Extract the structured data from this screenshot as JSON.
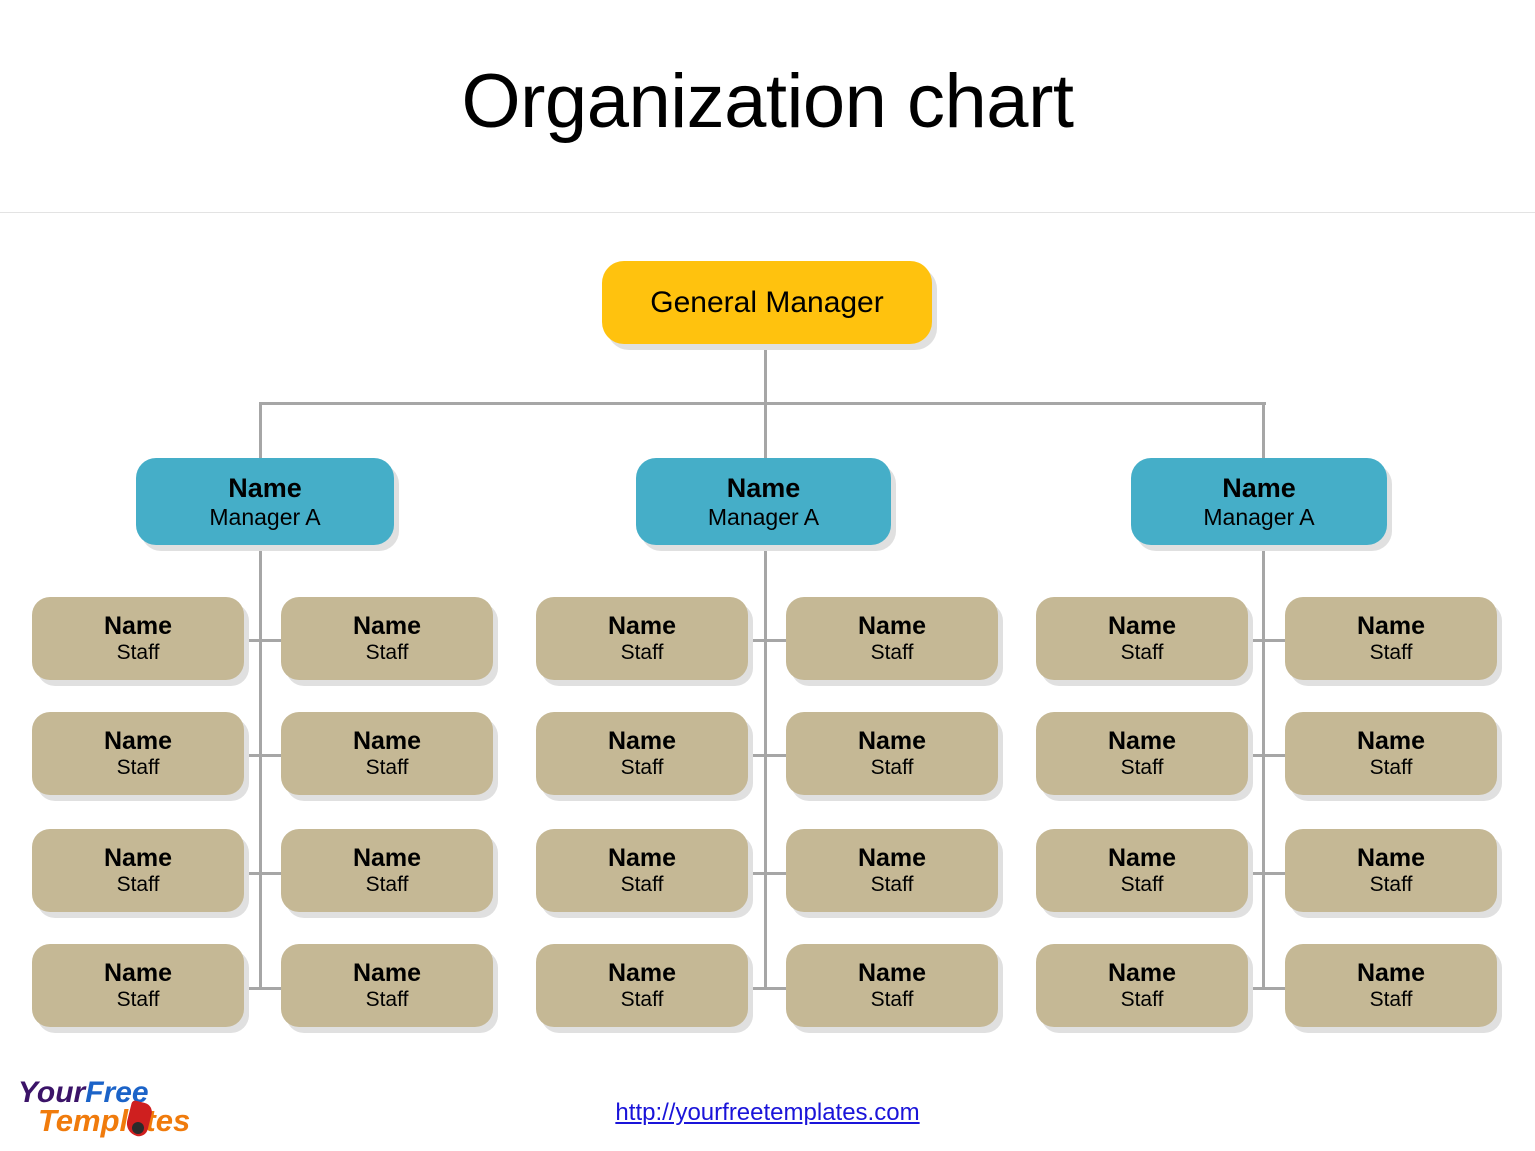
{
  "slide": {
    "title": "Organization chart",
    "background_color": "#FFFFFF"
  },
  "colors": {
    "general_manager": "#FFC20E",
    "manager": "#45AEC8",
    "staff": "#C5B895",
    "connector": "#A6A6A6",
    "shadow": "#E0E0E0",
    "link": "#1A14D9"
  },
  "chart_data": {
    "type": "diagram",
    "diagram_kind": "organization-chart",
    "title": "Organization chart",
    "levels": 3,
    "root": {
      "label": "General Manager",
      "level": 0,
      "color": "#FFC20E"
    },
    "branches": [
      {
        "manager": {
          "name": "Name",
          "role": "Manager A",
          "color": "#45AEC8"
        },
        "staff_rows": [
          {
            "left": {
              "name": "Name",
              "role": "Staff"
            },
            "right": {
              "name": "Name",
              "role": "Staff"
            }
          },
          {
            "left": {
              "name": "Name",
              "role": "Staff"
            },
            "right": {
              "name": "Name",
              "role": "Staff"
            }
          },
          {
            "left": {
              "name": "Name",
              "role": "Staff"
            },
            "right": {
              "name": "Name",
              "role": "Staff"
            }
          },
          {
            "left": {
              "name": "Name",
              "role": "Staff"
            },
            "right": {
              "name": "Name",
              "role": "Staff"
            }
          }
        ]
      },
      {
        "manager": {
          "name": "Name",
          "role": "Manager A",
          "color": "#45AEC8"
        },
        "staff_rows": [
          {
            "left": {
              "name": "Name",
              "role": "Staff"
            },
            "right": {
              "name": "Name",
              "role": "Staff"
            }
          },
          {
            "left": {
              "name": "Name",
              "role": "Staff"
            },
            "right": {
              "name": "Name",
              "role": "Staff"
            }
          },
          {
            "left": {
              "name": "Name",
              "role": "Staff"
            },
            "right": {
              "name": "Name",
              "role": "Staff"
            }
          },
          {
            "left": {
              "name": "Name",
              "role": "Staff"
            },
            "right": {
              "name": "Name",
              "role": "Staff"
            }
          }
        ]
      },
      {
        "manager": {
          "name": "Name",
          "role": "Manager A",
          "color": "#45AEC8"
        },
        "staff_rows": [
          {
            "left": {
              "name": "Name",
              "role": "Staff"
            },
            "right": {
              "name": "Name",
              "role": "Staff"
            }
          },
          {
            "left": {
              "name": "Name",
              "role": "Staff"
            },
            "right": {
              "name": "Name",
              "role": "Staff"
            }
          },
          {
            "left": {
              "name": "Name",
              "role": "Staff"
            },
            "right": {
              "name": "Name",
              "role": "Staff"
            }
          },
          {
            "left": {
              "name": "Name",
              "role": "Staff"
            },
            "right": {
              "name": "Name",
              "role": "Staff"
            }
          }
        ]
      }
    ],
    "counts": {
      "general_managers": 1,
      "managers": 3,
      "staff": 24,
      "staff_per_manager": 8
    }
  },
  "footer": {
    "url_text": "http://yourfreetemplates.com",
    "url_href": "http://yourfreetemplates.com"
  },
  "logo": {
    "word_your": "Your",
    "word_free": "Free",
    "word_templates": "Templates"
  }
}
